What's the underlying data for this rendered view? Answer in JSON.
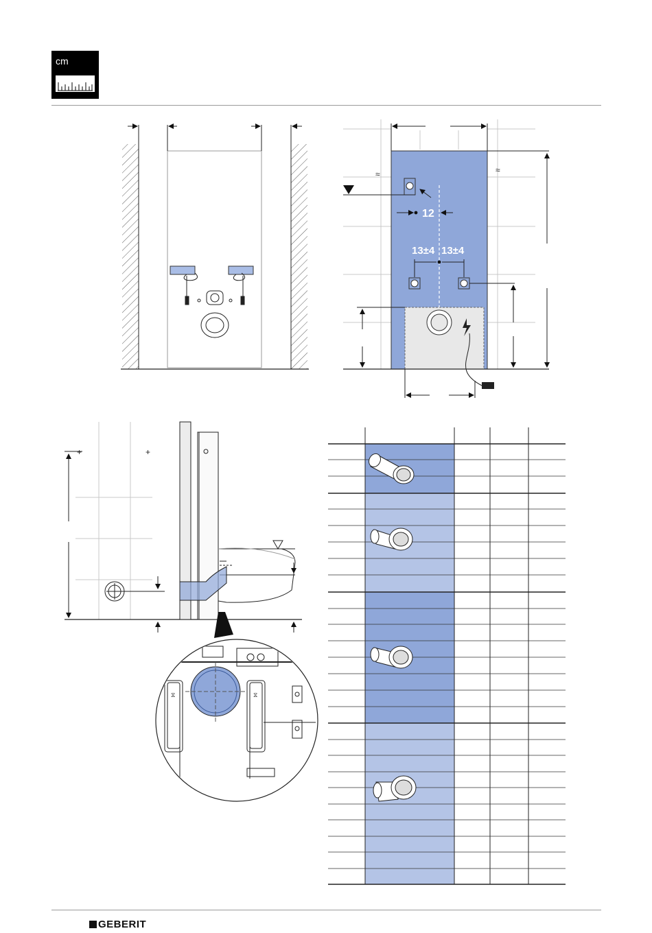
{
  "header": {
    "unit_label": "cm"
  },
  "front_view": {
    "distance_label": "12",
    "offset_left_label": "13±4",
    "offset_right_label": "13±4"
  },
  "colors": {
    "panel_blue": "#8fa7d9",
    "panel_blue_light": "#b4c4e6",
    "cistern_grey": "#e8e8e8",
    "line": "#222222"
  },
  "icons": {
    "unit": "ruler-icon",
    "electric": "lightning-icon",
    "water_level": "water-level-triangle-icon",
    "connectors": "water-connection-icon"
  },
  "table": {
    "groups": [
      {
        "fitting": "straight-pipe-fitting",
        "rows": 3
      },
      {
        "fitting": "offset-bend-fitting",
        "rows": 6
      },
      {
        "fitting": "offset-bend-fitting-long",
        "rows": 8
      },
      {
        "fitting": "elbow-bend-fitting",
        "rows": 10
      }
    ]
  },
  "footer": {
    "brand": "GEBERIT"
  }
}
